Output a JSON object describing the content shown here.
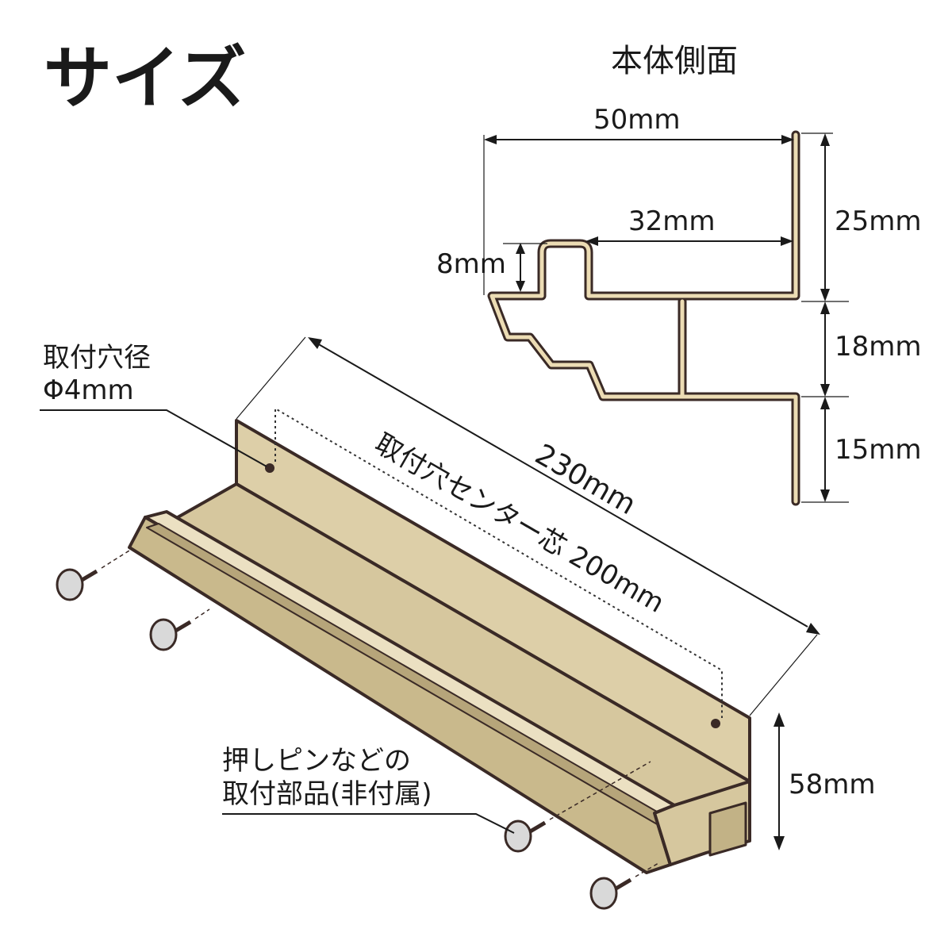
{
  "title": "サイズ",
  "side_view": {
    "title": "本体側面",
    "width_total": "50mm",
    "width_inner": "32mm",
    "lip_height": "8mm",
    "heights": [
      "25mm",
      "18mm",
      "15mm"
    ]
  },
  "shelf": {
    "length": "230mm",
    "hole_center": "取付穴センター芯 200mm",
    "height": "58mm"
  },
  "callouts": {
    "hole_diameter_line1": "取付穴径",
    "hole_diameter_line2": "Φ4mm",
    "parts_line1": "押しピンなどの",
    "parts_line2": "取付部品(非付属)"
  },
  "colors": {
    "body": "#ddcfa8",
    "body_light": "#ebe0c2",
    "body_dark": "#b6a57a",
    "outline": "#3a2a26",
    "pin_head": "#d9d9d9"
  }
}
